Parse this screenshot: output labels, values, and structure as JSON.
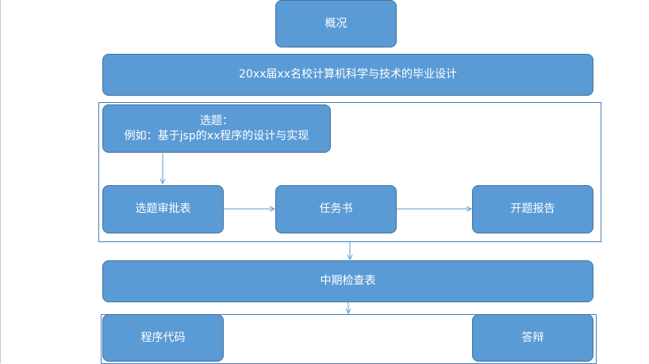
{
  "diagram": {
    "overview": "概况",
    "header": "20xx届xx名校计算机科学与技术的毕业设计",
    "topic_line1": "选题：",
    "topic_line2": "例如：基于jsp的xx程序的设计与实现",
    "approval_form": "选题审批表",
    "task_book": "任务书",
    "proposal_report": "开题报告",
    "midterm_check": "中期检查表",
    "program_code": "程序代码",
    "defense": "答辩"
  },
  "colors": {
    "node_fill": "#5b9bd5",
    "node_border": "#41719c",
    "frame_border": "#4a7ebb",
    "arrow": "#5b9bd5",
    "text": "#ffffff"
  }
}
